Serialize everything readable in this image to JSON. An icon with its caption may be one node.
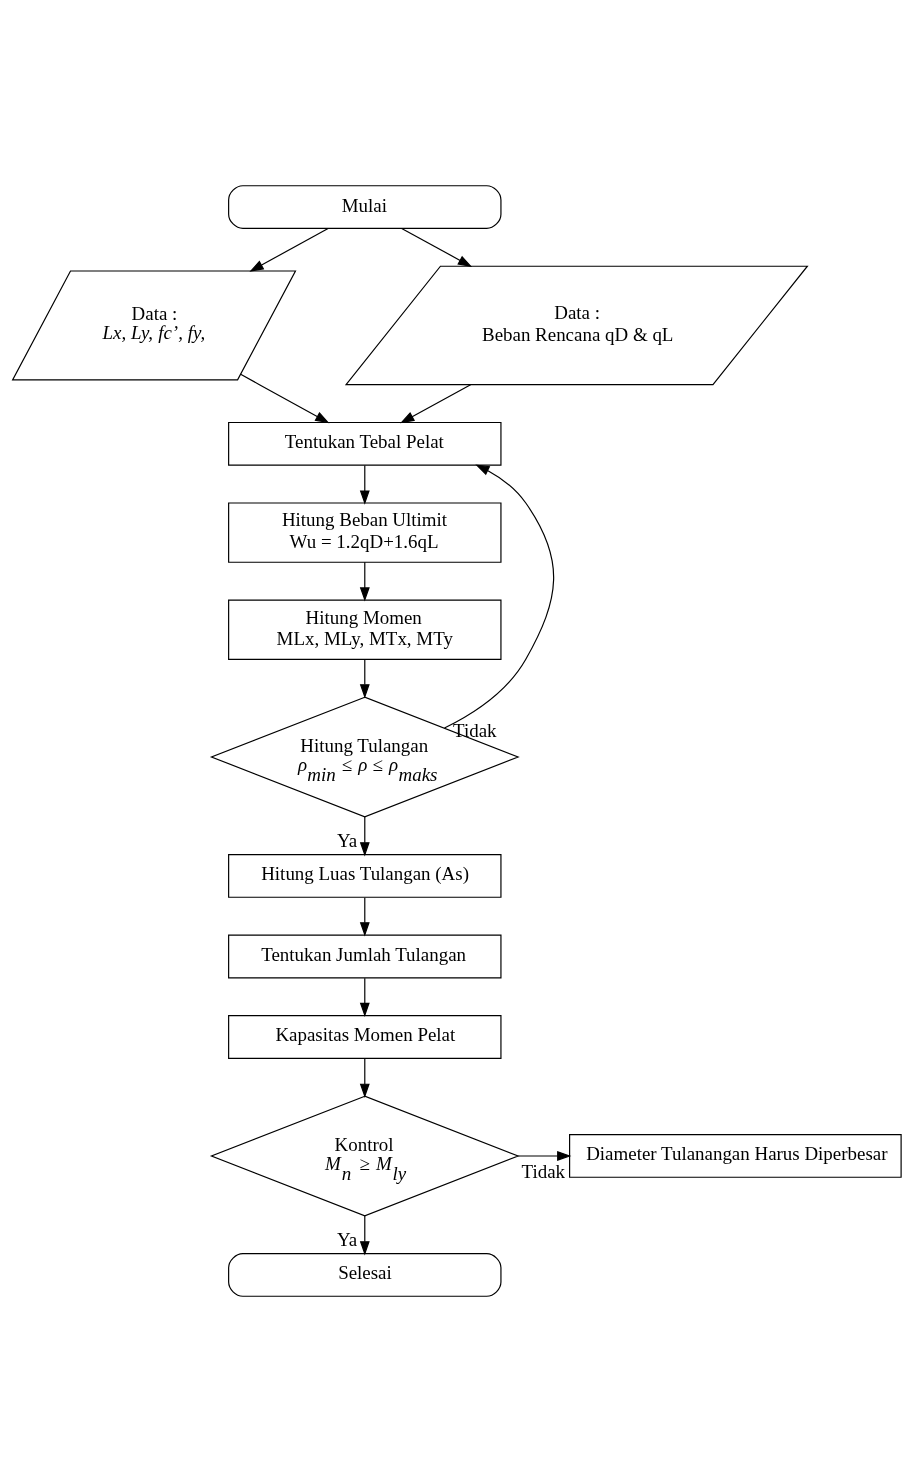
{
  "diagram": {
    "nodes": [
      {
        "text": [
          "Mulai"
        ]
      },
      {
        "text": [
          "Data :",
          "Lx, Ly, fc’, fy,"
        ]
      },
      {
        "text": [
          "Data :",
          "Beban Rencana qD & qL"
        ]
      },
      {
        "text": [
          "Tentukan Tebal Pelat"
        ]
      },
      {
        "text": [
          "Hitung Beban Ultimit",
          "Wu = 1.2qD+1.6qL"
        ]
      },
      {
        "text": [
          "Hitung Momen",
          "MLx, MLy, MTx, MTy"
        ]
      },
      {
        "text": [
          "Hitung Tulangan",
          "ρ$_{min}$ ≤ ρ ≤ ρ$_{maks}$"
        ]
      },
      {
        "text": [
          "Hitung Luas Tulangan (As)"
        ]
      },
      {
        "text": [
          "Tentukan Jumlah Tulangan"
        ]
      },
      {
        "text": [
          "Kapasitas Momen Pelat"
        ]
      },
      {
        "text": [
          "Kontrol",
          "M$_{n}$ ≥ M$_{ly}$"
        ]
      },
      {
        "text": [
          "Diameter Tulanangan Harus Diperbesar"
        ]
      },
      {
        "text": [
          "Selesai"
        ]
      }
    ],
    "edges": [
      {
        "from": 0,
        "to": 1,
        "arrow": "to"
      },
      {
        "from": 0,
        "to": 2,
        "arrow": "to"
      },
      {
        "from": 1,
        "to": 3,
        "arrow": "to"
      },
      {
        "from": 2,
        "to": 3,
        "arrow": "to"
      },
      {
        "from": 3,
        "to": 4,
        "arrow": "to"
      },
      {
        "from": 4,
        "to": 5,
        "arrow": "to"
      },
      {
        "from": 5,
        "to": 6,
        "arrow": "to"
      },
      {
        "from": 6,
        "to": 3,
        "arrow": "to",
        "label": "Tidak"
      },
      {
        "from": 6,
        "to": 7,
        "arrow": "to",
        "label": "Ya"
      },
      {
        "from": 7,
        "to": 8,
        "arrow": "to"
      },
      {
        "from": 8,
        "to": 9,
        "arrow": "to"
      },
      {
        "from": 9,
        "to": 10,
        "arrow": "to"
      },
      {
        "from": 10,
        "to": 11,
        "arrow": "to",
        "label": "Tidak"
      },
      {
        "from": 10,
        "to": 12,
        "arrow": "to",
        "label": "Ya"
      }
    ]
  }
}
